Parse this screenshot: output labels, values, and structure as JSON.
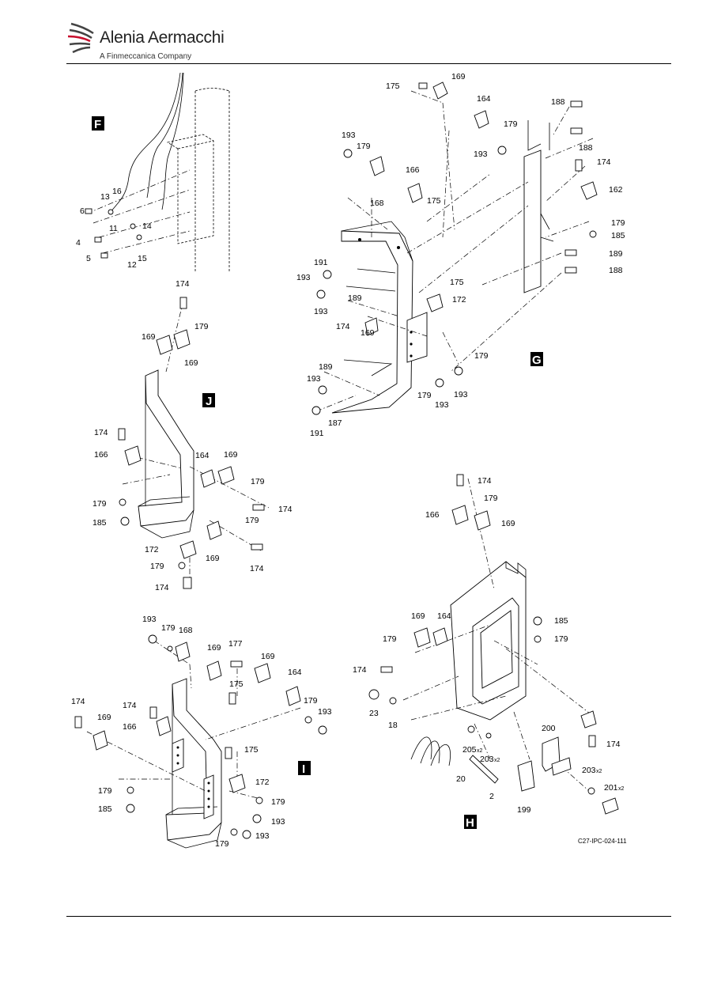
{
  "header": {
    "company_name": "Alenia Aermacchi",
    "company_subtitle": "A Finmeccanica Company"
  },
  "view_labels": [
    "F",
    "G",
    "H",
    "I",
    "J"
  ],
  "figure_reference": "C27-IPC-024-111",
  "view_F": {
    "callouts": [
      "6",
      "13",
      "16",
      "11",
      "14",
      "4",
      "5",
      "12",
      "15"
    ]
  },
  "view_G": {
    "callouts": [
      "175",
      "169",
      "164",
      "188",
      "179",
      "188",
      "193",
      "193",
      "179",
      "174",
      "162",
      "166",
      "168",
      "175",
      "179",
      "185",
      "191",
      "189",
      "193",
      "188",
      "175",
      "189",
      "172",
      "193",
      "174",
      "169",
      "179",
      "189",
      "193",
      "179",
      "193",
      "193",
      "191",
      "187"
    ]
  },
  "view_J": {
    "callouts": [
      "174",
      "179",
      "169",
      "169",
      "174",
      "166",
      "164",
      "169",
      "179",
      "179",
      "174",
      "185",
      "179",
      "172",
      "169",
      "174",
      "179",
      "174"
    ]
  },
  "view_H": {
    "callouts": [
      "174",
      "179",
      "166",
      "169",
      "169",
      "164",
      "185",
      "179",
      "179",
      "174",
      "23",
      "18",
      "200",
      "174",
      "205",
      "203",
      "20",
      "2",
      "199",
      "203",
      "201"
    ],
    "qty_suffix": "x2"
  },
  "view_I": {
    "callouts": [
      "193",
      "179",
      "168",
      "169",
      "177",
      "169",
      "164",
      "174",
      "175",
      "174",
      "169",
      "179",
      "166",
      "193",
      "175",
      "179",
      "172",
      "185",
      "179",
      "193",
      "179",
      "193"
    ]
  }
}
